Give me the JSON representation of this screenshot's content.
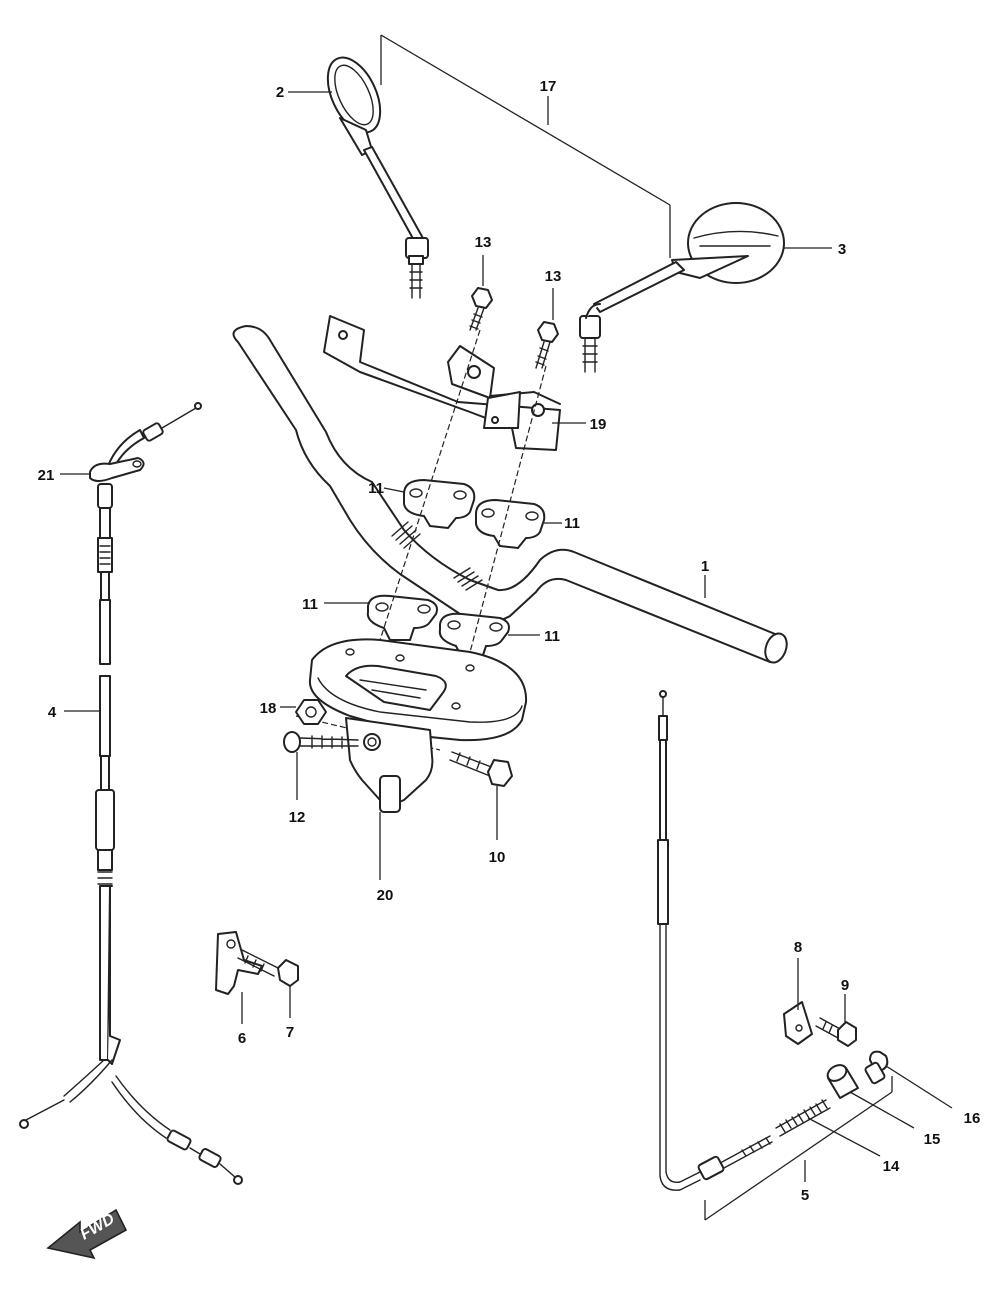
{
  "callouts": [
    {
      "id": "c1",
      "text": "1"
    },
    {
      "id": "c2",
      "text": "2"
    },
    {
      "id": "c3",
      "text": "3"
    },
    {
      "id": "c4",
      "text": "4"
    },
    {
      "id": "c5",
      "text": "5"
    },
    {
      "id": "c6",
      "text": "6"
    },
    {
      "id": "c7",
      "text": "7"
    },
    {
      "id": "c8",
      "text": "8"
    },
    {
      "id": "c9",
      "text": "9"
    },
    {
      "id": "c10",
      "text": "10"
    },
    {
      "id": "c11a",
      "text": "11"
    },
    {
      "id": "c11b",
      "text": "11"
    },
    {
      "id": "c11c",
      "text": "11"
    },
    {
      "id": "c11d",
      "text": "11"
    },
    {
      "id": "c12",
      "text": "12"
    },
    {
      "id": "c13a",
      "text": "13"
    },
    {
      "id": "c13b",
      "text": "13"
    },
    {
      "id": "c14",
      "text": "14"
    },
    {
      "id": "c15",
      "text": "15"
    },
    {
      "id": "c16",
      "text": "16"
    },
    {
      "id": "c17",
      "text": "17"
    },
    {
      "id": "c18",
      "text": "18"
    },
    {
      "id": "c19",
      "text": "19"
    },
    {
      "id": "c20",
      "text": "20"
    },
    {
      "id": "c21",
      "text": "21"
    }
  ],
  "fwd_label": "FWD",
  "colors": {
    "line": "#222222",
    "fill": "#ffffff",
    "shade": "#bdbdbd"
  }
}
